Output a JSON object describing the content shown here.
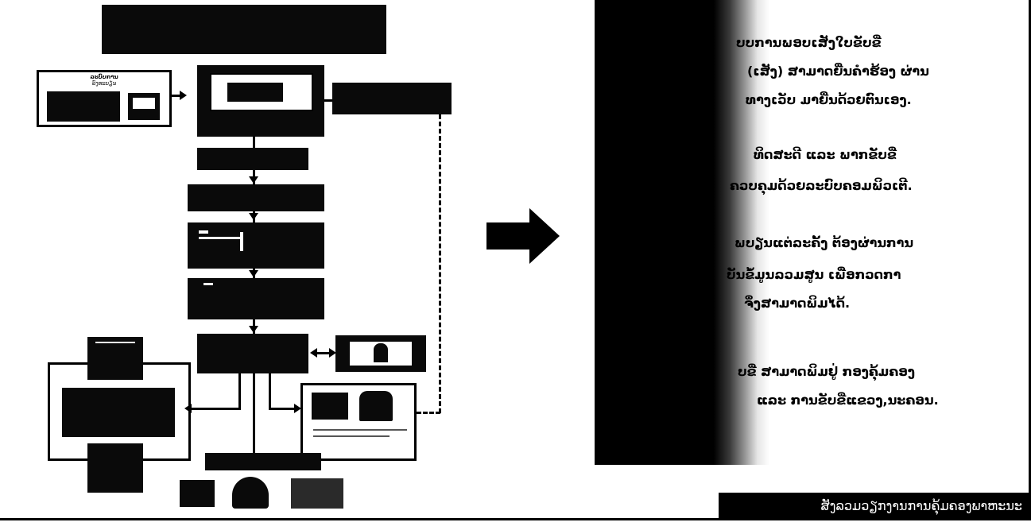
{
  "diagram": {
    "small_label_top": "ລະບົບການ",
    "small_label_bottom": "ລົງທະບຽນ"
  },
  "panel": {
    "lines": [
      "ບບການພອບເສັງໃບຂັບຂີ່",
      "(ເສັງ) ສາມາດຍື່ນຄຳຮ້ອງ ຜ່ານ",
      "ທາງເວັບ ມາຍື່ນດ້ວຍຕົນເອງ.",
      "ທິດສະດີ ແລະ ພາກຂັບຂີ່",
      "ຄວບຄຸມດ້ວຍລະບົບຄອມພິວເຕີ.",
      "ພບຽນແຕ່ລະຄັ້ງ ຕ້ອງຜ່ານການ",
      "ບັນຂໍ້ມູນລວມສູນ ເພື່ອກວດກາ",
      "ຈຶ່ງສາມາດພິມໄດ້.",
      "ບຂີ່ ສາມາດພິມຢູ່ ກອງຄຸ້ມຄອງ",
      "ແລະ ການຂັບຂີ່ແຂວງ,ນະຄອນ."
    ]
  },
  "footer": {
    "caption": "ສັງລວມວຽກງານການຄຸ້ມຄອງພາຫະນະ"
  },
  "colors": {
    "ink": "#000000",
    "paper": "#ffffff"
  }
}
